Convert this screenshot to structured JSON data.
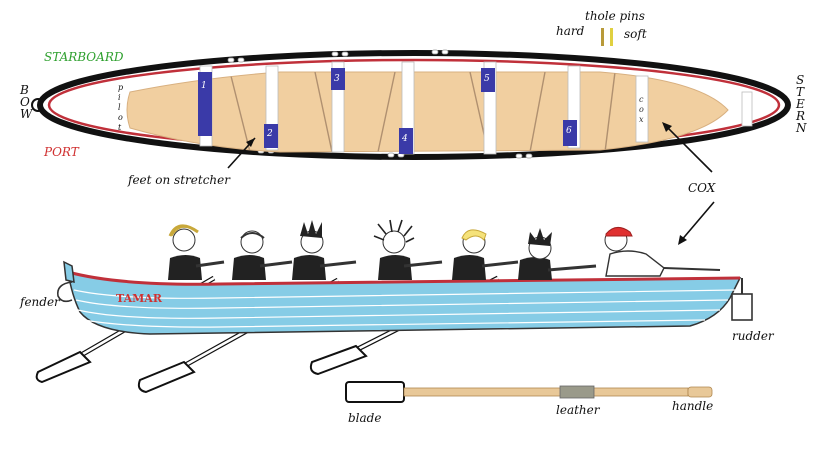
{
  "labels": {
    "starboard": "STARBOARD",
    "port": "PORT",
    "bow": [
      "B",
      "O",
      "W"
    ],
    "stern": [
      "S",
      "T",
      "E",
      "R",
      "N"
    ],
    "pilot": [
      "p",
      "i",
      "l",
      "o",
      "t"
    ],
    "cox_seat": [
      "c",
      "o",
      "x"
    ],
    "thole_pins": "thole pins",
    "hard": "hard",
    "soft": "soft",
    "feet_on_stretcher": "feet on stretcher",
    "cox": "COX",
    "fender": "fender",
    "rudder": "rudder",
    "boat_name": "TAMAR",
    "blade": "blade",
    "leather": "leather",
    "handle": "handle"
  },
  "seat_numbers": [
    "1",
    "2",
    "3",
    "4",
    "5",
    "6"
  ],
  "colors": {
    "hull_outline": "#111111",
    "gunwale_red": "#c0303a",
    "deck_tan": "#f1cfa0",
    "seat_blue": "#3a3aa8",
    "starboard_green": "#2ea02e",
    "port_red": "#d03030",
    "hull_light_blue": "#86cce6",
    "oar_wood": "#e8c898",
    "thole_hard": "#b89a3a",
    "thole_soft": "#e0d040",
    "cap_red": "#e03030",
    "hair_yellow": "#f5e27a"
  }
}
